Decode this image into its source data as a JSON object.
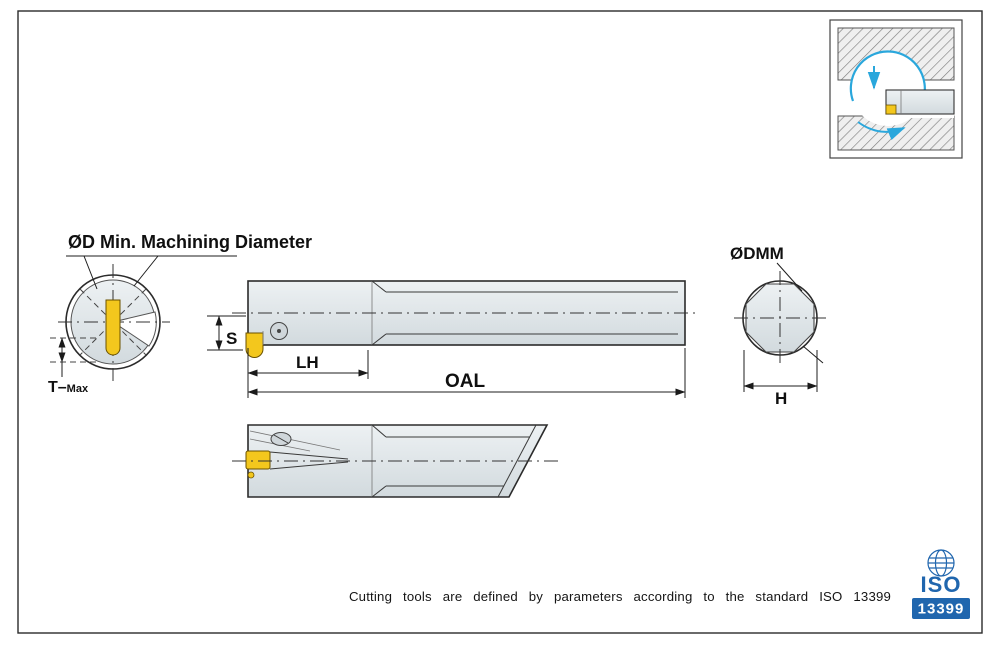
{
  "diagram": {
    "labels": {
      "od_label": "ØD Min. Machining Diameter",
      "t_prefix": "T–",
      "t_suffix": "Max",
      "s": "S",
      "lh": "LH",
      "oal": "OAL",
      "odmm": "ØDMM",
      "h": "H"
    },
    "footer": "Cutting tools are defined by parameters according to the standard ISO 13399",
    "logo": {
      "iso": "ISO",
      "code": "13399"
    },
    "colors": {
      "insert_yellow": "#f3c71d",
      "accent_blue": "#2aa7dc",
      "iso_blue": "#2066ae"
    }
  }
}
